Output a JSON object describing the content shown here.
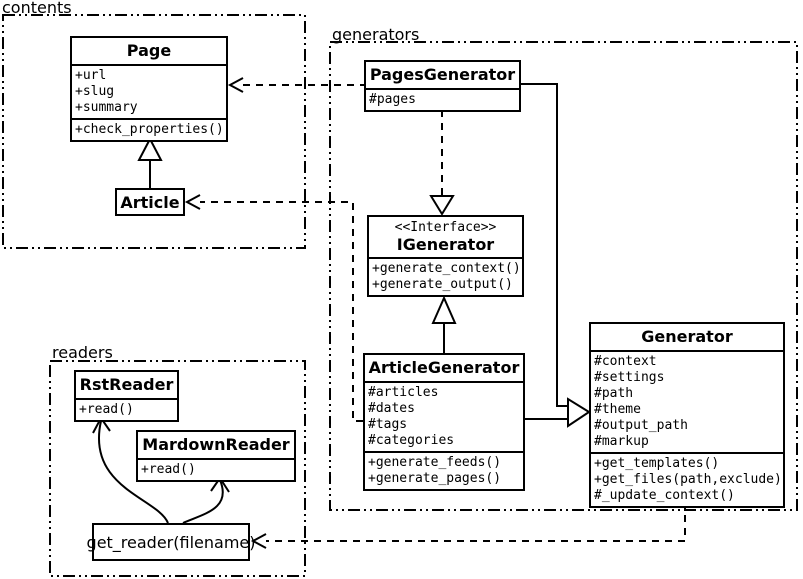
{
  "colors": {
    "line": "#000000",
    "background": "#ffffff",
    "box_fill": "#ffffff"
  },
  "packages": {
    "contents": {
      "label": "contents"
    },
    "generators": {
      "label": "generators"
    },
    "readers": {
      "label": "readers"
    }
  },
  "classes": {
    "page": {
      "name": "Page",
      "attributes": [
        "+url",
        "+slug",
        "+summary"
      ],
      "methods": [
        "+check_properties()"
      ]
    },
    "article": {
      "name": "Article"
    },
    "pages_generator": {
      "name": "PagesGenerator",
      "attributes": [
        "#pages"
      ]
    },
    "igenerator": {
      "stereotype": "<<Interface>>",
      "name": "IGenerator",
      "methods": [
        "+generate_context()",
        "+generate_output()"
      ]
    },
    "article_generator": {
      "name": "ArticleGenerator",
      "attributes": [
        "#articles",
        "#dates",
        "#tags",
        "#categories"
      ],
      "methods": [
        "+generate_feeds()",
        "+generate_pages()"
      ]
    },
    "generator": {
      "name": "Generator",
      "attributes": [
        "#context",
        "#settings",
        "#path",
        "#theme",
        "#output_path",
        "#markup"
      ],
      "methods": [
        "+get_templates()",
        "+get_files(path,exclude)",
        "#_update_context()"
      ]
    },
    "rst_reader": {
      "name": "RstReader",
      "methods": [
        "+read()"
      ]
    },
    "mardown_reader": {
      "name": "MardownReader",
      "methods": [
        "+read()"
      ]
    },
    "get_reader": {
      "label": "get_reader(filename)"
    }
  },
  "relationships": [
    {
      "from": "Article",
      "to": "Page",
      "type": "generalization-solid"
    },
    {
      "from": "PagesGenerator",
      "to": "Page",
      "type": "dependency-dashed"
    },
    {
      "from": "ArticleGenerator",
      "to": "Article",
      "type": "dependency-dashed"
    },
    {
      "from": "PagesGenerator",
      "to": "IGenerator",
      "type": "realization-dashed"
    },
    {
      "from": "ArticleGenerator",
      "to": "IGenerator",
      "type": "generalization-solid"
    },
    {
      "from": "PagesGenerator",
      "to": "Generator",
      "type": "generalization-solid"
    },
    {
      "from": "ArticleGenerator",
      "to": "Generator",
      "type": "generalization-solid"
    },
    {
      "from": "Generator",
      "to": "get_reader(filename)",
      "type": "dependency-dashed"
    },
    {
      "from": "get_reader(filename)",
      "to": "RstReader",
      "type": "arrow-curved"
    },
    {
      "from": "get_reader(filename)",
      "to": "MardownReader",
      "type": "arrow-curved"
    }
  ]
}
